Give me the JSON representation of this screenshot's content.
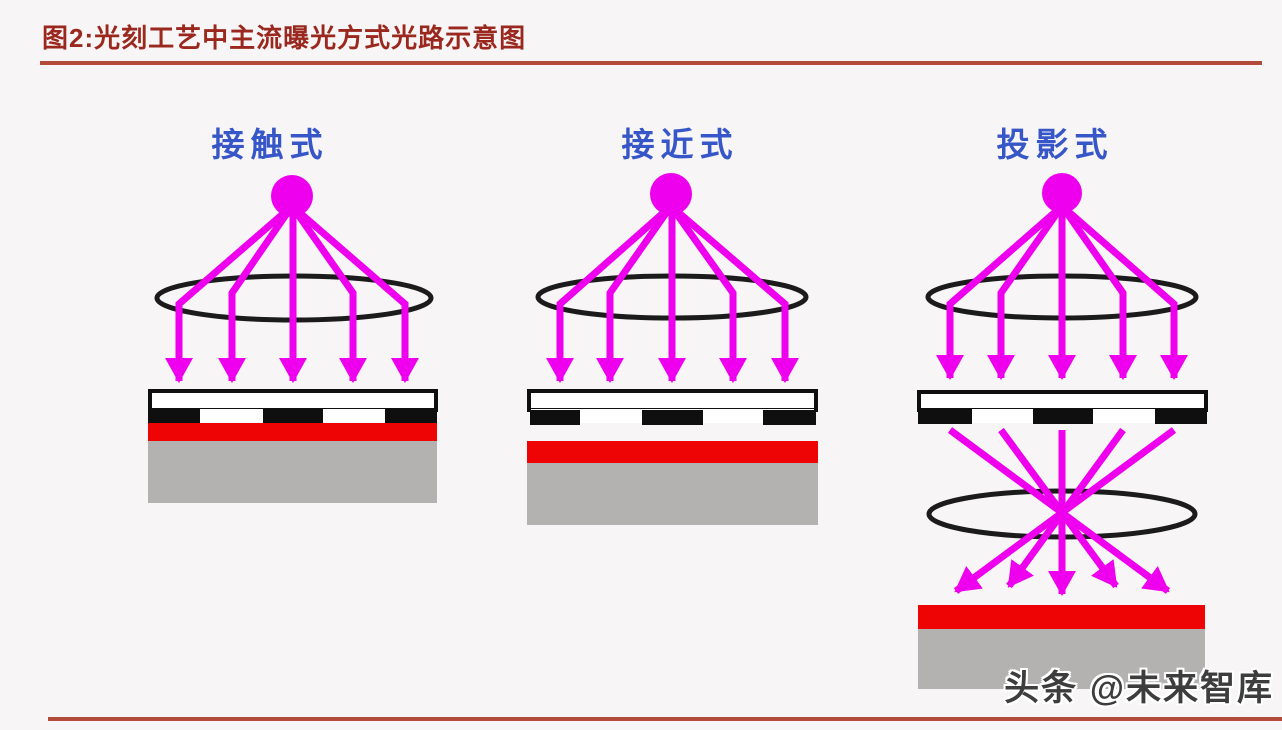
{
  "figure": {
    "title": "图2:光刻工艺中主流曝光方式光路示意图",
    "watermark": "头条 @未来智库"
  },
  "diagrams": [
    {
      "label": "接触式"
    },
    {
      "label": "接近式"
    },
    {
      "label": "投影式"
    }
  ],
  "colors": {
    "background": "#f7f5f5",
    "title_red": "#9b281e",
    "rule_red": "#b24b3c",
    "label_blue": "#3757c8",
    "ray_magenta": "#ee00ee",
    "lens_stroke": "#1b1b1b",
    "mask_black": "#0f0f0f",
    "resist_red": "#ee0404",
    "substrate_gray": "#b4b1b1",
    "watermark_gray": "#3d3d3d"
  }
}
